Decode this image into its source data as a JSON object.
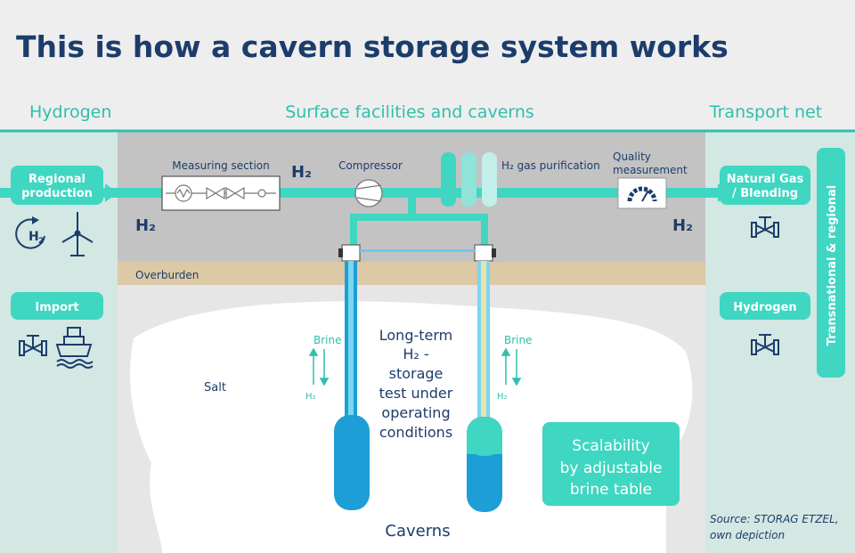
{
  "title": "This is how a cavern storage system works",
  "headers": {
    "left": "Hydrogen",
    "center": "Surface facilities and caverns",
    "right": "Transport net"
  },
  "left": {
    "regional_production": [
      "Regional",
      "production"
    ],
    "h2_badge_letter": "H",
    "h2_badge_sub": "2",
    "import": "Import",
    "h2_label": "H₂"
  },
  "surface": {
    "measuring_section": "Measuring section",
    "h2_label": "H₂",
    "compressor": "Compressor",
    "purification": "H₂ gas purification",
    "quality": [
      "Quality",
      "measurement"
    ],
    "h2_out": "H₂"
  },
  "underground": {
    "overburden": "Overburden",
    "salt": "Salt",
    "brine_left": "Brine",
    "brine_right": "Brine",
    "h2_left": "H₂",
    "h2_right": "H₂",
    "center_text": [
      "Long-term",
      "H₂ -",
      "storage",
      "test under",
      "operating",
      "conditions"
    ],
    "scalability": [
      "Scalability",
      "by adjustable",
      "brine table"
    ],
    "caverns": "Caverns"
  },
  "right": {
    "natural_gas": [
      "Natural Gas",
      "/ Blending"
    ],
    "hydrogen": "Hydrogen",
    "vertical": "Transnational & regional"
  },
  "source": [
    "Source: STORAG ETZEL,",
    "own depiction"
  ],
  "colors": {
    "navy": "#1c3d6b",
    "teal": "#3fd6c2",
    "teal_dark": "#2fbfae",
    "blue": "#1e9ed6",
    "sand": "#dcc9a6",
    "gray": "#c3c3c3",
    "mint": "#d3e7e3"
  }
}
